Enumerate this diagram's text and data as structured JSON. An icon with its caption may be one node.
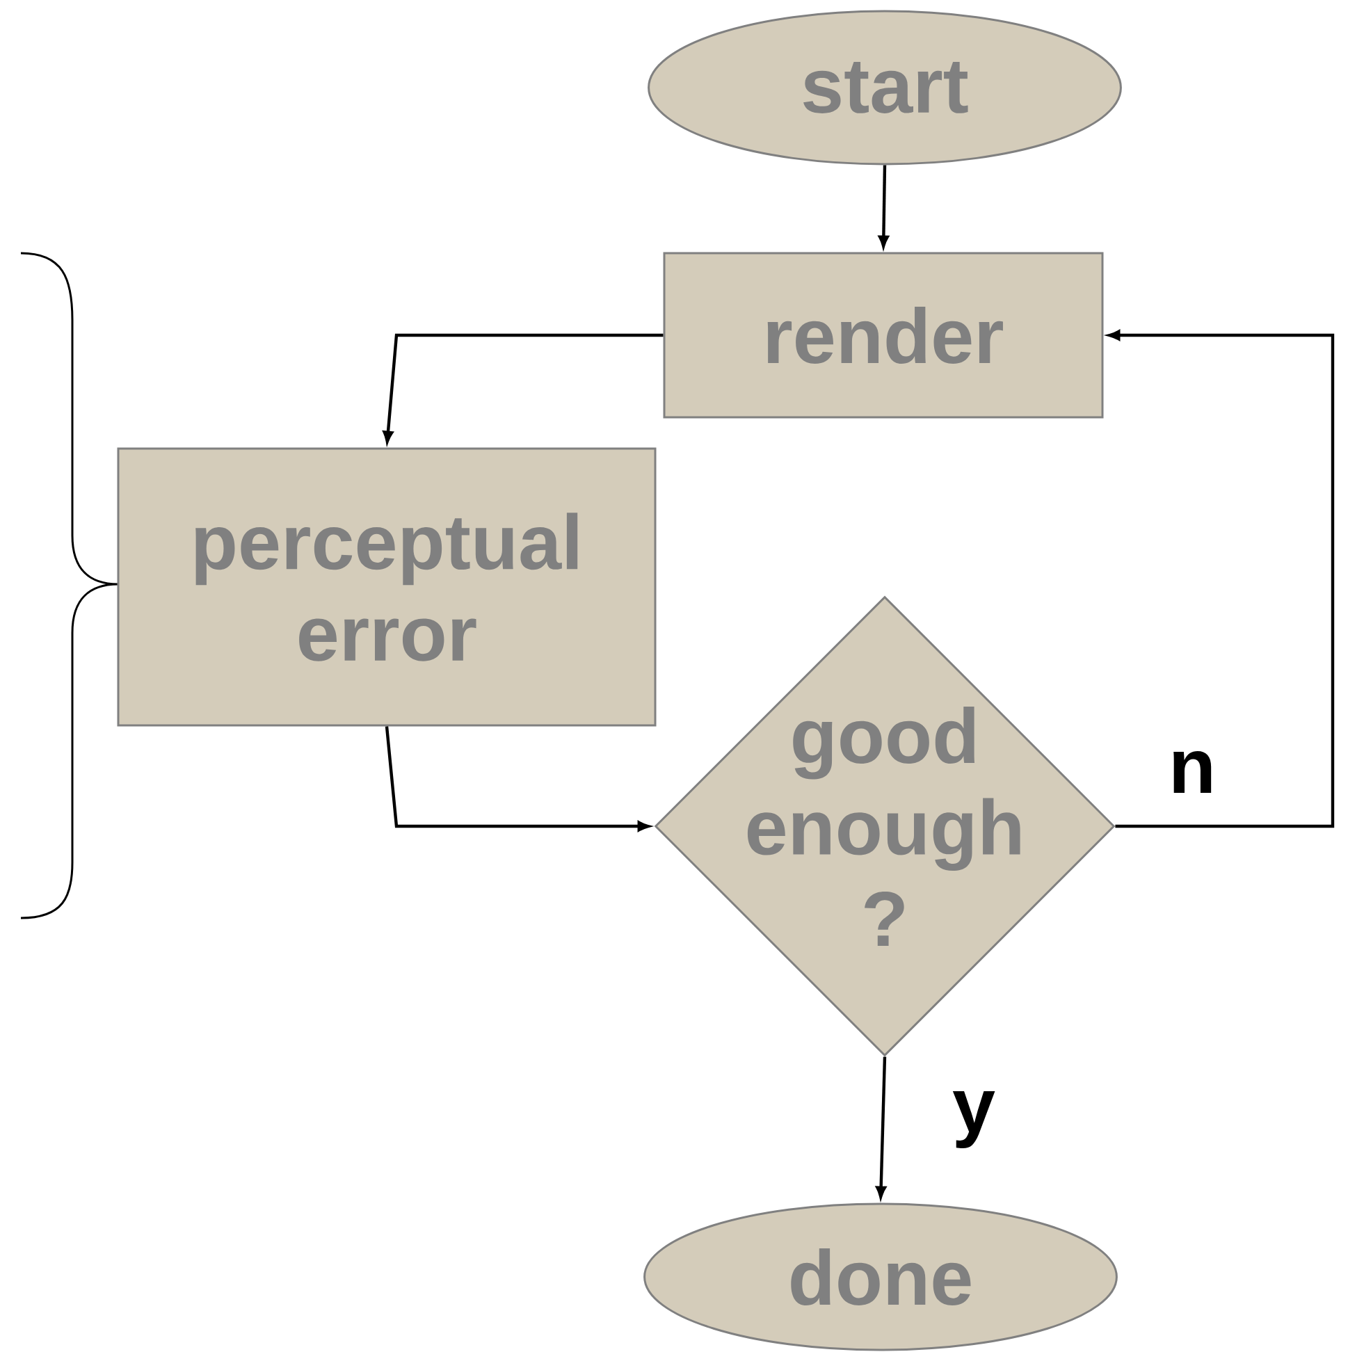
{
  "diagram": {
    "nodes": [
      {
        "text": [
          "start"
        ]
      },
      {
        "text": [
          "render"
        ]
      },
      {
        "text": [
          "perceptual error"
        ]
      },
      {
        "text": [
          "good enough ?"
        ]
      },
      {
        "text": [
          "done"
        ]
      }
    ],
    "edges": [
      {
        "from": 0,
        "to": 1,
        "arrow": "to"
      },
      {
        "from": 1,
        "to": 2,
        "arrow": "to"
      },
      {
        "from": 2,
        "to": 3,
        "arrow": "to"
      },
      {
        "from": 3,
        "to": 1,
        "arrow": "to",
        "label": "n"
      },
      {
        "from": 3,
        "to": 4,
        "arrow": "to",
        "label": "y"
      }
    ]
  }
}
